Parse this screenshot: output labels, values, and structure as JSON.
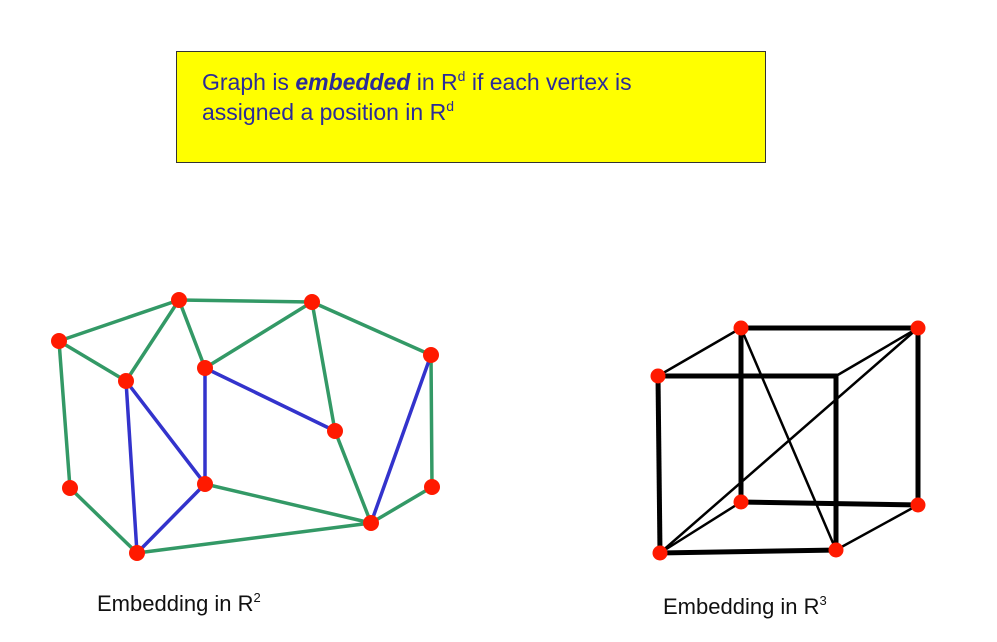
{
  "callout": {
    "line1_pre": "Graph is ",
    "line1_em": "embedded",
    "line1_mid": " in R",
    "line1_sup": "d",
    "line1_post": " if each vertex is",
    "line2_pre": "assigned a position in R",
    "line2_sup": "d"
  },
  "captions": {
    "left_text": "Embedding in R",
    "left_sup": "2",
    "right_text": "Embedding in R",
    "right_sup": "3"
  },
  "colors": {
    "callout_bg": "#ffff00",
    "callout_text": "#2b2b99",
    "vertex": "#ff1a00",
    "edge_green": "#339966",
    "edge_blue": "#3333cc",
    "edge_black": "#000000"
  }
}
